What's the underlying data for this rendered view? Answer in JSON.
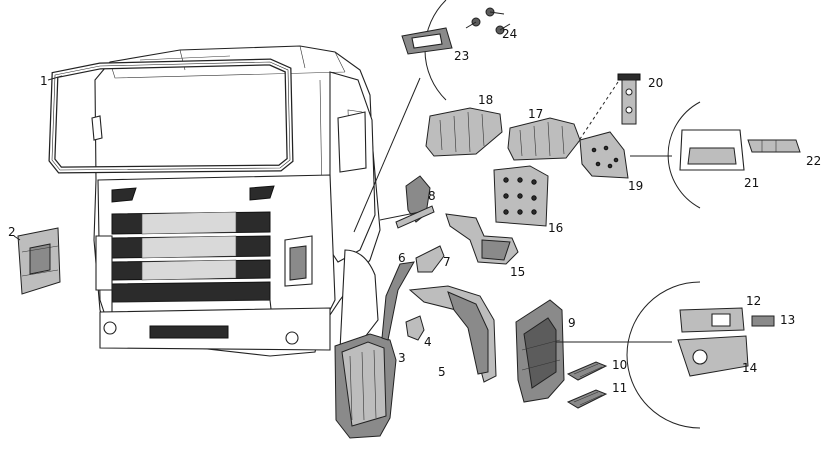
{
  "parts": [
    {
      "id": "part-1",
      "label": "1"
    },
    {
      "id": "part-2",
      "label": "2"
    },
    {
      "id": "part-3",
      "label": "3"
    },
    {
      "id": "part-4",
      "label": "4"
    },
    {
      "id": "part-5",
      "label": "5"
    },
    {
      "id": "part-6",
      "label": "6"
    },
    {
      "id": "part-7",
      "label": "7"
    },
    {
      "id": "part-8",
      "label": "8"
    },
    {
      "id": "part-9",
      "label": "9"
    },
    {
      "id": "part-10",
      "label": "10"
    },
    {
      "id": "part-11",
      "label": "11"
    },
    {
      "id": "part-12",
      "label": "12"
    },
    {
      "id": "part-13",
      "label": "13"
    },
    {
      "id": "part-14",
      "label": "14"
    },
    {
      "id": "part-15",
      "label": "15"
    },
    {
      "id": "part-16",
      "label": "16"
    },
    {
      "id": "part-17",
      "label": "17"
    },
    {
      "id": "part-18",
      "label": "18"
    },
    {
      "id": "part-19",
      "label": "19"
    },
    {
      "id": "part-20",
      "label": "20"
    },
    {
      "id": "part-21",
      "label": "21"
    },
    {
      "id": "part-22",
      "label": "22"
    },
    {
      "id": "part-23",
      "label": "23"
    },
    {
      "id": "part-24",
      "label": "24"
    }
  ],
  "colors": {
    "line": "#222222",
    "fill_light": "#bdbdbd",
    "fill_mid": "#8a8a8a",
    "fill_dark": "#2b2b2b",
    "background": "#ffffff"
  }
}
